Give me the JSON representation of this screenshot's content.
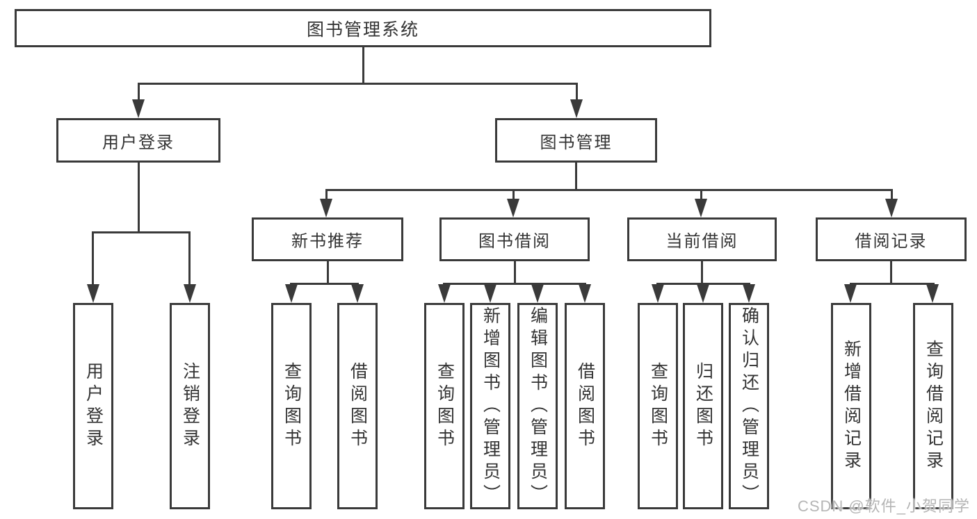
{
  "diagram": {
    "title": "图书管理系统",
    "branches": [
      {
        "label": "用户登录",
        "children": [
          {
            "label": "用户登录"
          },
          {
            "label": "注销登录"
          }
        ]
      },
      {
        "label": "图书管理",
        "children": [
          {
            "label": "新书推荐",
            "children": [
              {
                "label": "查询图书"
              },
              {
                "label": "借阅图书"
              }
            ]
          },
          {
            "label": "图书借阅",
            "children": [
              {
                "label": "查询图书"
              },
              {
                "label": "新增图书（管理员）"
              },
              {
                "label": "编辑图书（管理员）"
              },
              {
                "label": "借阅图书"
              }
            ]
          },
          {
            "label": "当前借阅",
            "children": [
              {
                "label": "查询图书"
              },
              {
                "label": "归还图书"
              },
              {
                "label": "确认归还（管理员）"
              }
            ]
          },
          {
            "label": "借阅记录",
            "children": [
              {
                "label": "新增借阅记录"
              },
              {
                "label": "查询借阅记录"
              }
            ]
          }
        ]
      }
    ]
  },
  "watermark": "CSDN @软件_小贺同学",
  "colors": {
    "line": "#3a3a3a",
    "text": "#333333",
    "watermark": "#b5b5b5",
    "background": "#ffffff"
  }
}
